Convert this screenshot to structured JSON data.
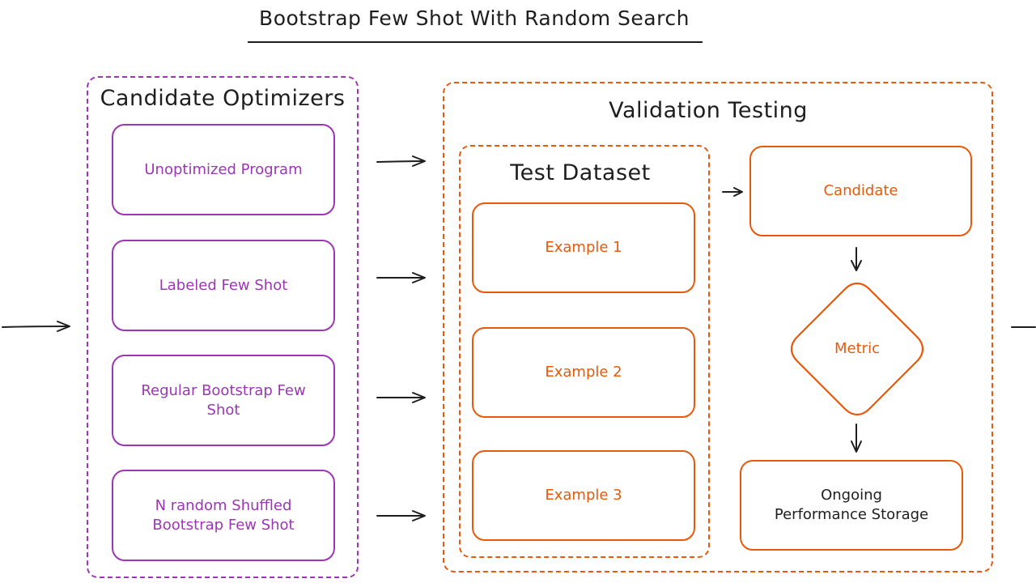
{
  "title": "Bootstrap Few Shot With Random Search",
  "candidate_optimizers": {
    "label": "Candidate Optimizers",
    "items": [
      "Unoptimized Program",
      "Labeled Few Shot",
      "Regular Bootstrap Few Shot",
      "N random Shuffled Bootstrap Few Shot"
    ]
  },
  "validation_testing": {
    "label": "Validation Testing",
    "test_dataset": {
      "label": "Test Dataset",
      "examples": [
        "Example 1",
        "Example 2",
        "Example 3"
      ]
    },
    "candidate": "Candidate",
    "metric": "Metric",
    "storage": "Ongoing Performance Storage"
  },
  "colors": {
    "purple": "#9c36b5",
    "orange": "#e8590c",
    "stroke": "#1e1e1e"
  }
}
